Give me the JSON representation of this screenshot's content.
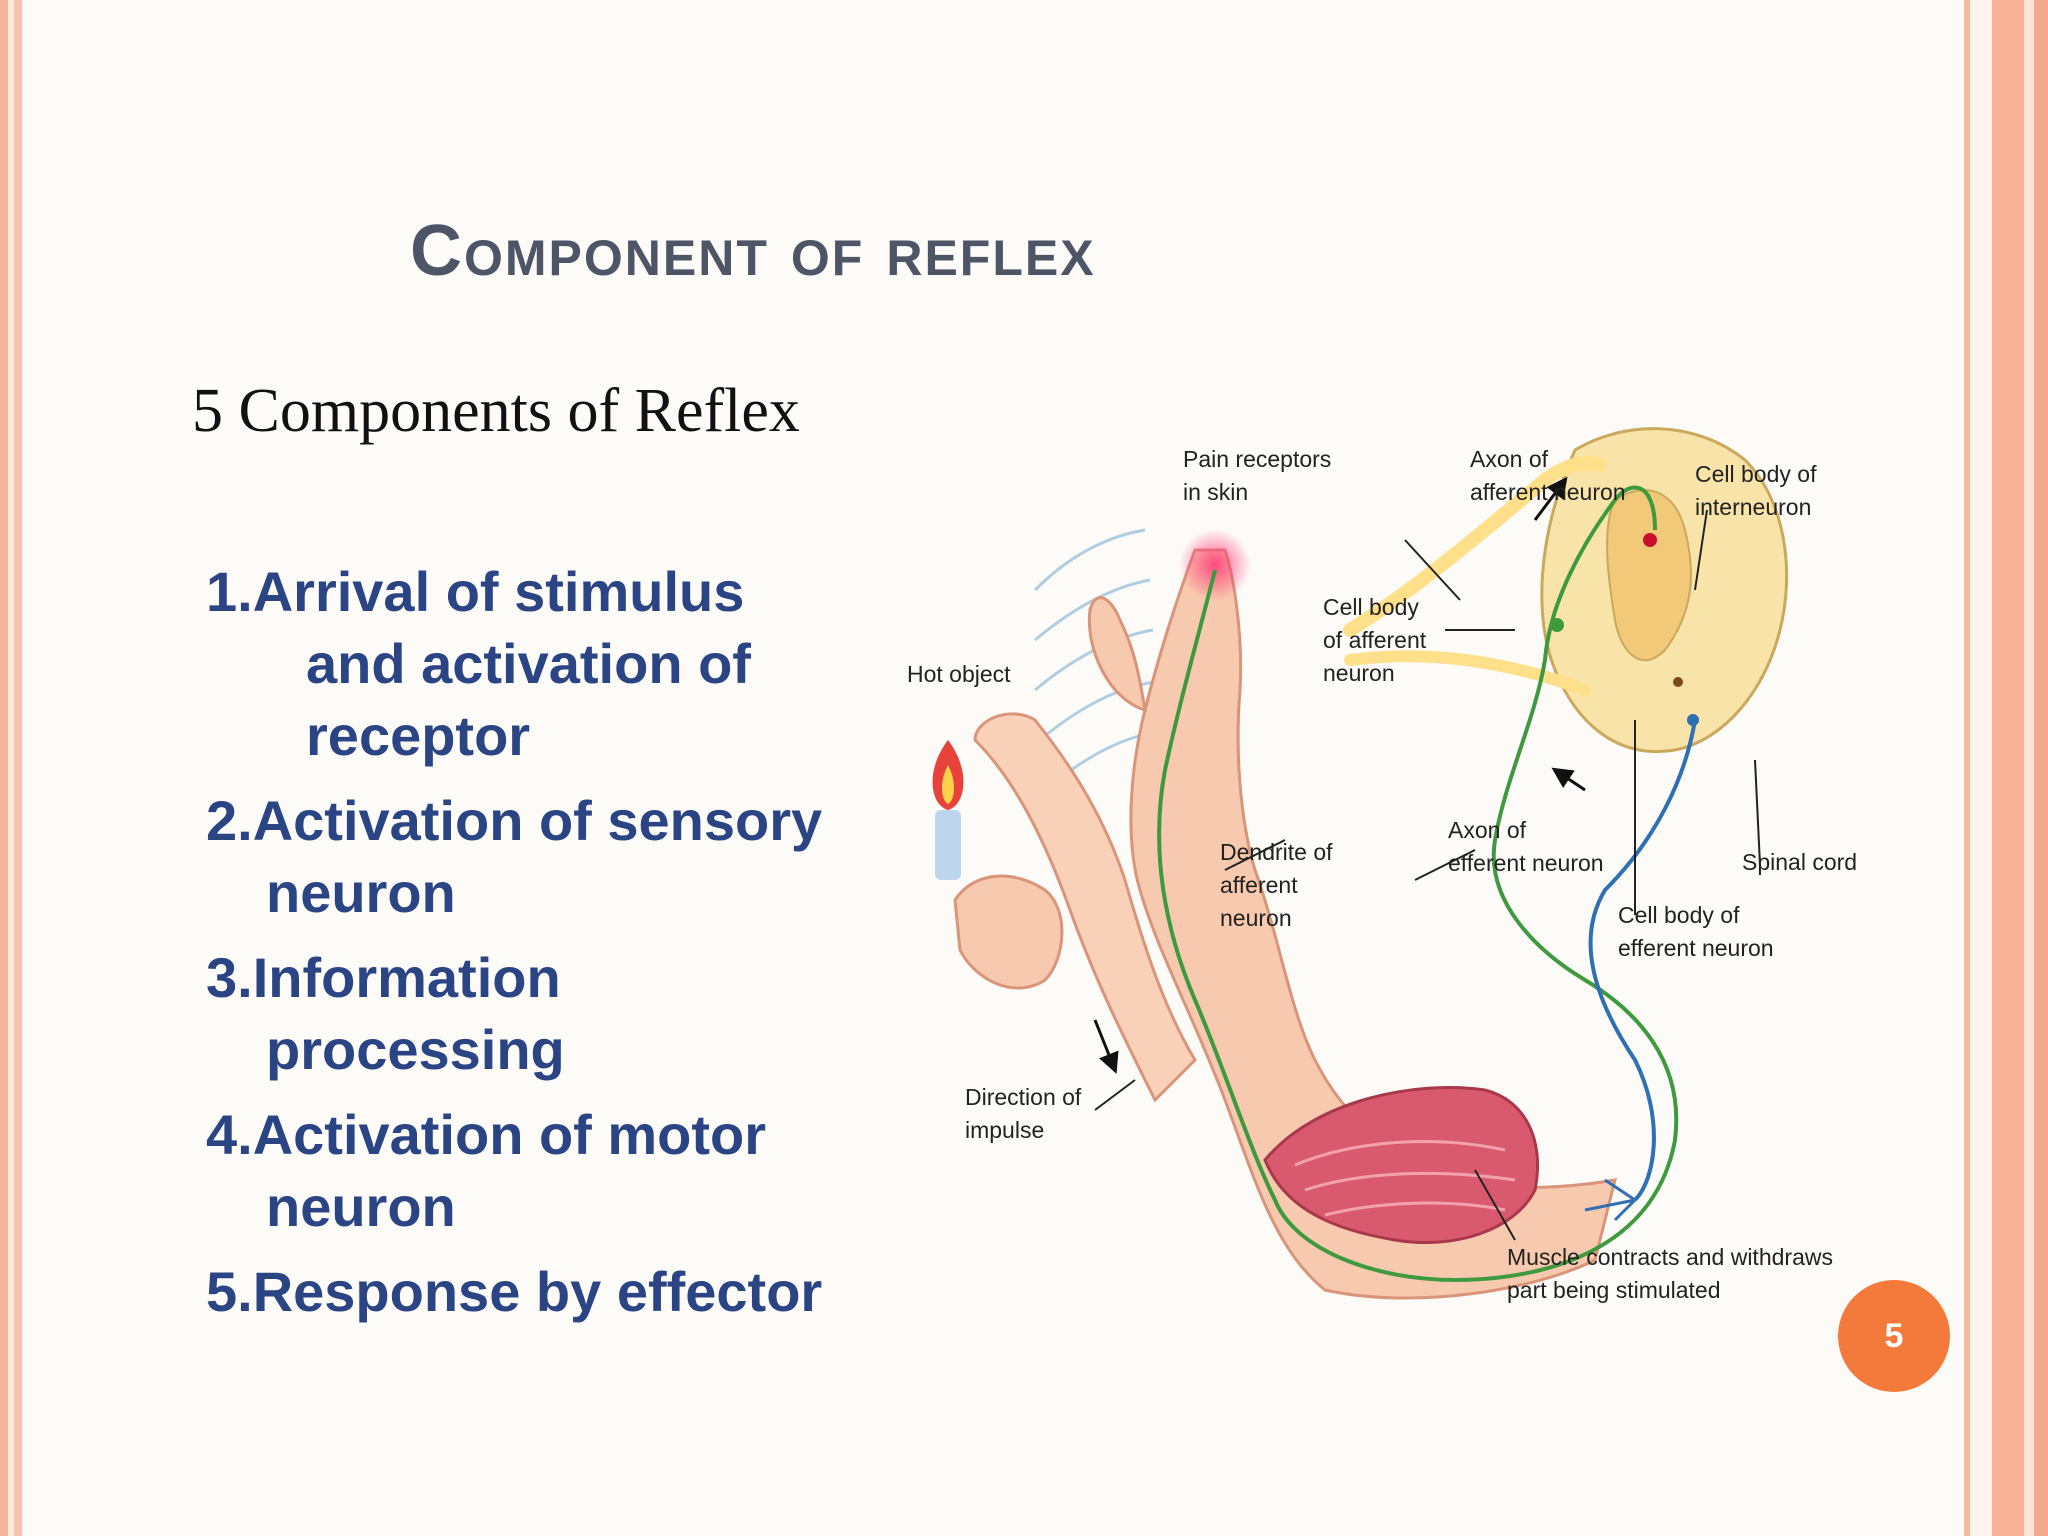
{
  "slide": {
    "title": "Component of reflex",
    "subtitle": "5 Components of Reflex",
    "page_number": "5"
  },
  "steps": [
    {
      "first": "1.Arrival of stimulus",
      "rest": [
        "and activation of",
        "receptor"
      ]
    },
    {
      "first": "2.Activation of sensory",
      "rest": [
        "neuron"
      ]
    },
    {
      "first": "3.Information",
      "rest": [
        "processing"
      ]
    },
    {
      "first": "4.Activation of motor",
      "rest": [
        "neuron"
      ]
    },
    {
      "first": "5.Response by effector",
      "rest": []
    }
  ],
  "diagram": {
    "labels": {
      "pain_receptors": [
        "Pain receptors",
        "in skin"
      ],
      "axon_afferent": [
        "Axon of",
        "afferent neuron"
      ],
      "cell_body_interneuron": [
        "Cell body of",
        "interneuron"
      ],
      "cell_body_afferent": [
        "Cell body",
        "of afferent",
        "neuron"
      ],
      "hot_object": [
        "Hot object"
      ],
      "dendrite_afferent": [
        "Dendrite of",
        "afferent",
        "neuron"
      ],
      "axon_efferent": [
        "Axon of",
        "efferent neuron"
      ],
      "spinal_cord": [
        "Spinal cord"
      ],
      "cell_body_efferent": [
        "Cell body of",
        "efferent neuron"
      ],
      "direction_impulse": [
        "Direction of",
        "impulse"
      ],
      "muscle_contracts": [
        "Muscle contracts and withdraws",
        "part being stimulated"
      ]
    }
  },
  "colors": {
    "title": "#4d5567",
    "steps": "#2a4484",
    "badge": "#f47a3c",
    "frame": "#f6b49c"
  }
}
